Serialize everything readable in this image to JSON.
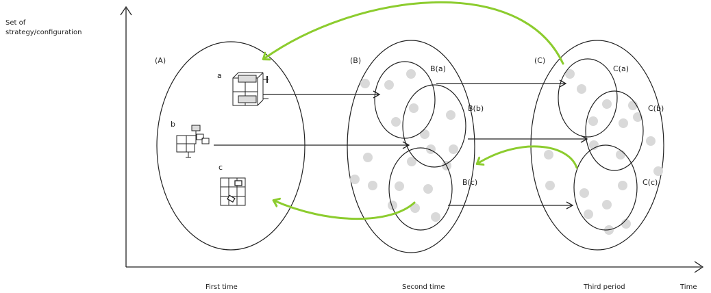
{
  "y_axis_label_line1": "Set of",
  "y_axis_label_line2": "strategy/configuration",
  "x_axis_label": "Time",
  "time_labels": [
    "First time",
    "Second time",
    "Third period"
  ],
  "groups": {
    "A": "(A)",
    "B": "(B)",
    "C": "(C)"
  },
  "items_A": [
    "a",
    "b",
    "c"
  ],
  "subsets_B": [
    "B(a)",
    "B(b)",
    "B(c)"
  ],
  "subsets_C": [
    "C(a)",
    "C(b)",
    "C(c)"
  ],
  "colors": {
    "line": "#222222",
    "feedback_arrow": "#8ccc2e",
    "dot": "#d9d9d9",
    "icon_fill": "#dcdcdc"
  }
}
